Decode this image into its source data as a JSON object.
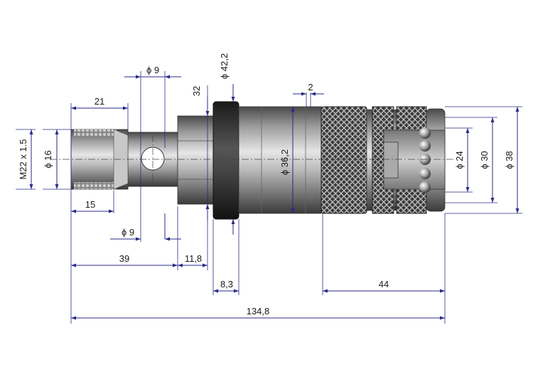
{
  "diagram": {
    "dimensions": {
      "thread": "M22 x 1.5",
      "d16": "ϕ 16",
      "len21": "21",
      "len15": "15",
      "hole9_top": "ϕ 9",
      "hole9_bottom": "ϕ 9",
      "hex32": "32",
      "d42": "ϕ 42,2",
      "gap2": "2",
      "d36": "ϕ 36,2",
      "d24": "ϕ 24",
      "d30": "ϕ 30",
      "d38": "ϕ 38",
      "len39": "39",
      "len11": "11,8",
      "len8": "8,3",
      "len44": "44",
      "total": "134,8"
    },
    "colors": {
      "dim": "#2a2a8a",
      "metal_dark": "#5a5a5a",
      "metal_light": "#d8d8d8",
      "ring": "#222222"
    }
  }
}
